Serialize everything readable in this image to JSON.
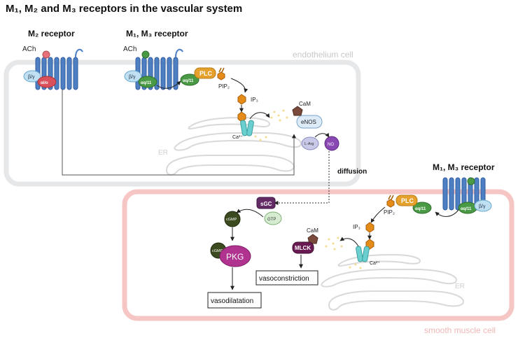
{
  "title": "M₁, M₂ and M₃ receptors in the vascular system",
  "receptor_labels": {
    "m2": "M₂ receptor",
    "m1m3_endothelium": "M₁, M₃ receptor",
    "m1m3_smooth": "M₁, M₃ receptor"
  },
  "compartments": {
    "endothelium": "endothelium cell",
    "smooth_muscle": "smooth muscle cell",
    "er_endothelium": "ER",
    "er_smooth": "ER"
  },
  "molecules": {
    "ach": "ACh",
    "beta_gamma": "β/γ",
    "alpha_io": "αi/o",
    "alpha_qll": "αq/11",
    "plc": "PLC",
    "pip2": "PIP₂",
    "ip3": "IP₃",
    "cam": "CaM",
    "enos": "eNOS",
    "l_arg": "L-Arg",
    "no": "NO",
    "ca": "Ca²⁺",
    "sgc": "sGC",
    "gtp": "GTP",
    "cgmp": "cGMP",
    "pkg": "PKG",
    "mlck": "MLCK"
  },
  "processes": {
    "diffusion": "diffusion",
    "vasodilatation": "vasodilatation",
    "vasoconstriction": "vasoconstriction"
  },
  "colors": {
    "endothelium_border": "#e6e7e9",
    "smooth_border": "#f5c6c4",
    "receptor": "#4f7fc3",
    "alpha_io": "#d9505a",
    "alpha_q": "#4a9a45",
    "beta_gamma": "#bfe0f2",
    "plc": "#e6a12c",
    "hexagon": "#e58b1a",
    "cam": "#7a4a3c",
    "channel": "#6ccfcf",
    "sgc": "#632a66",
    "pkg": "#b0338f",
    "cgmp": "#3c4a20",
    "mlck": "#6a1a52",
    "no": "#8a48b2"
  }
}
